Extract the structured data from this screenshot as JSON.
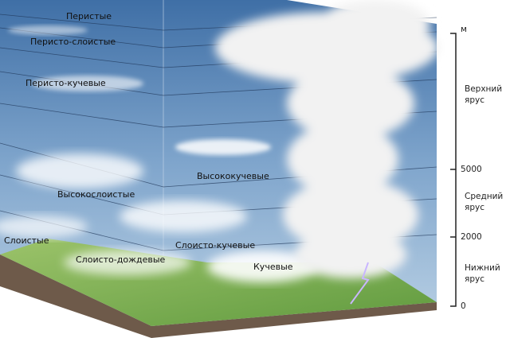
{
  "clouds": {
    "cirrus": "Перистые",
    "cirrostratus": "Перисто-слоистые",
    "cirrocumulus": "Перисто-кучевые",
    "altocumulus": "Высококучевые",
    "altostratus": "Высокослоистые",
    "stratus": "Слоистые",
    "stratocumulus": "Слоисто-кучевые",
    "nimbostratus": "Слоисто-дождевые",
    "cumulus": "Кучевые"
  },
  "scale": {
    "unit": "м",
    "upper": "Верхний ярус",
    "mark_5000": "5000",
    "middle": "Средний ярус",
    "mark_2000": "2000",
    "lower": "Нижний ярус",
    "mark_0": "0"
  }
}
